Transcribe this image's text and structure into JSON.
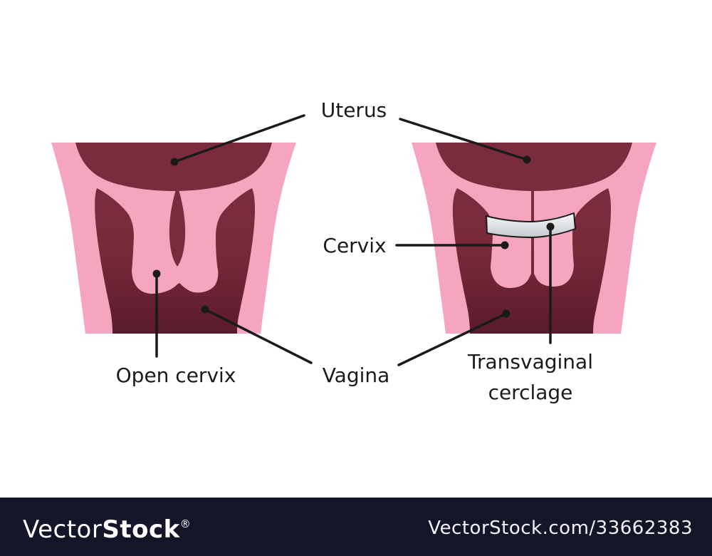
{
  "image": {
    "subject": "Transvaginal cerclage medical diagram, open cervix vs cervix closed with cerclage band"
  },
  "diagram": {
    "labels": {
      "uterus": "Uterus",
      "cervix": "Cervix",
      "open_cervix": "Open cervix",
      "vagina": "Vagina",
      "cerclage_line1": "Transvaginal",
      "cerclage_line2": "cerclage"
    },
    "colors": {
      "body_pink": "#F5A6BE",
      "cavity_maroon": "#7B2B3E",
      "vagina_dark": "#5A1B2C",
      "band_light": "#F7F9FA",
      "band_shade": "#C5CAD0",
      "outline": "#1A1A1A"
    }
  },
  "watermark_bar": {
    "brand_light": "Vector",
    "brand_bold": "Stock",
    "registered": "®",
    "attribution": "VectorStock.com/33662383",
    "background": "#151529"
  }
}
